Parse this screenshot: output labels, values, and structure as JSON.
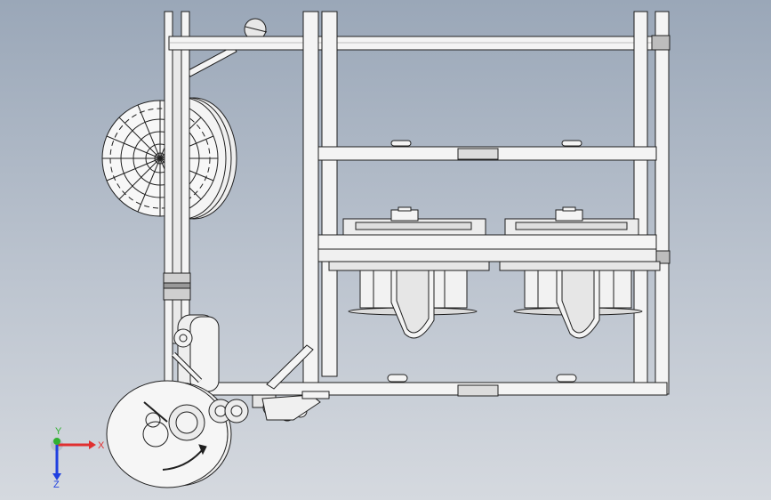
{
  "viewport": {
    "background_top": "#9aa7b8",
    "background_bottom": "#d5d9df",
    "line_color": "#1f1f1f",
    "part_fill": "#f4f4f4"
  },
  "triad": {
    "x_label": "X",
    "y_label": "Y",
    "z_label": "Z",
    "x_color": "#e03030",
    "y_color": "#30b030",
    "z_color": "#2040e0"
  }
}
